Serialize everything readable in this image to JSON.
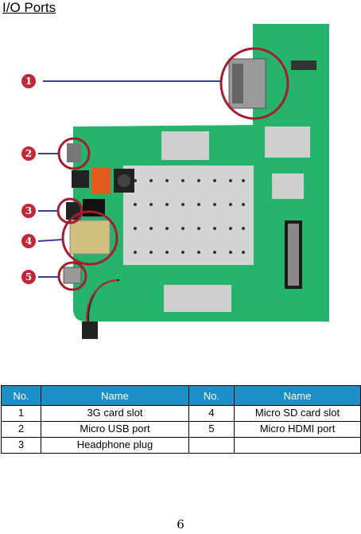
{
  "section_title": "I/O Ports",
  "callouts": [
    "1",
    "2",
    "3",
    "4",
    "5"
  ],
  "table": {
    "headers": [
      "No.",
      "Name",
      "No.",
      "Name"
    ],
    "rows": [
      [
        "1",
        "3G card slot",
        "4",
        "Micro SD card slot"
      ],
      [
        "2",
        "Micro USB port",
        "5",
        "Micro HDMI port"
      ],
      [
        "3",
        "Headphone plug",
        "",
        ""
      ]
    ]
  },
  "page_number": "6",
  "colors": {
    "header_bg": "#1c8fc6",
    "callout": "#c0283a",
    "board": "#26b36b"
  }
}
